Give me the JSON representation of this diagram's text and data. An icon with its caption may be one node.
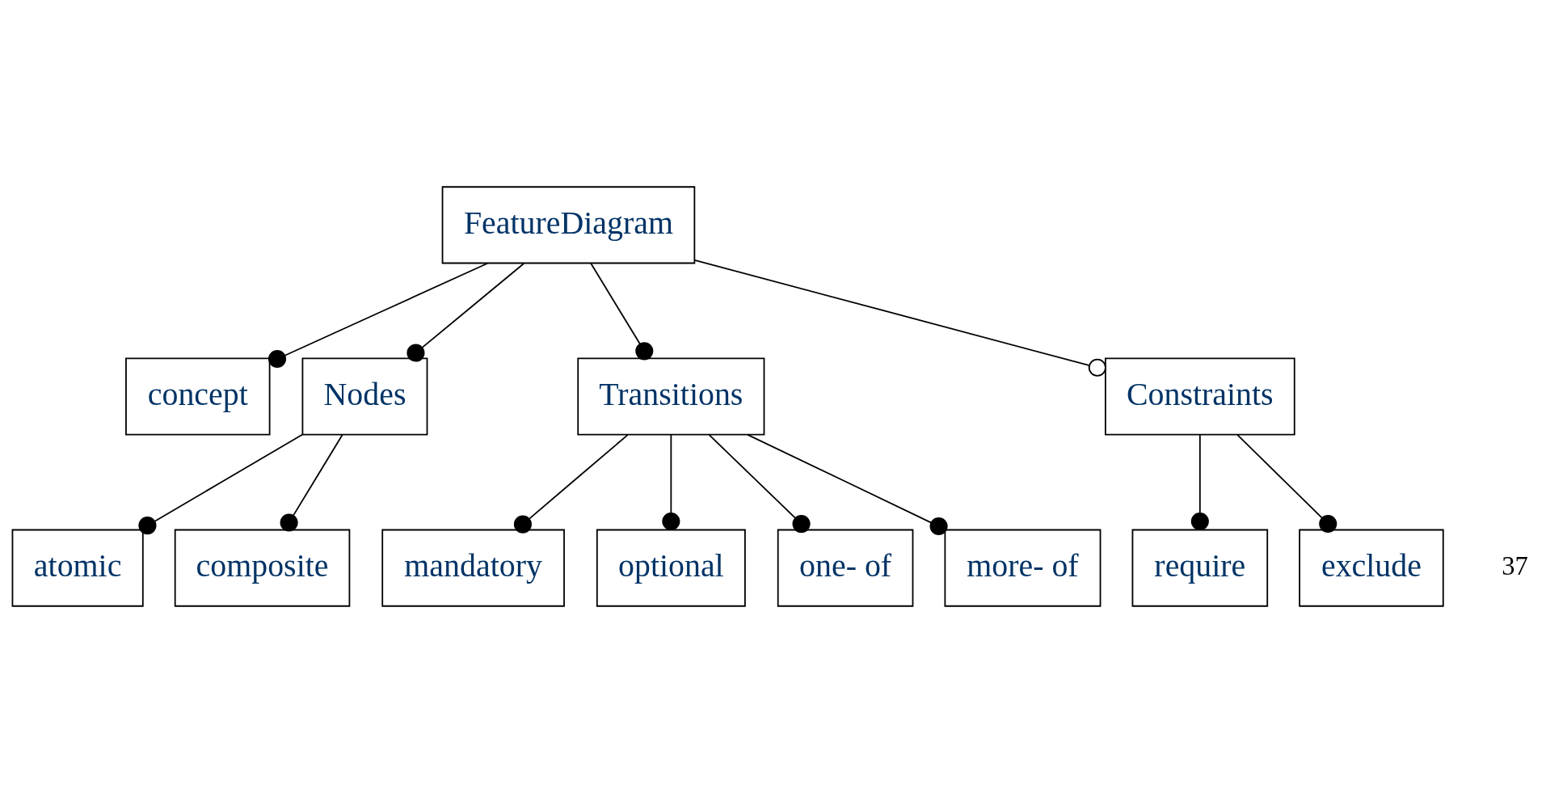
{
  "diagram": {
    "nodes": [
      {
        "text": [
          "FeatureDiagram"
        ]
      },
      {
        "text": [
          "concept"
        ]
      },
      {
        "text": [
          "Nodes"
        ]
      },
      {
        "text": [
          "Transitions"
        ]
      },
      {
        "text": [
          "Constraints"
        ]
      },
      {
        "text": [
          "atomic"
        ]
      },
      {
        "text": [
          "composite"
        ]
      },
      {
        "text": [
          "mandatory"
        ]
      },
      {
        "text": [
          "optional"
        ]
      },
      {
        "text": [
          "one- of"
        ]
      },
      {
        "text": [
          "more- of"
        ]
      },
      {
        "text": [
          "require"
        ]
      },
      {
        "text": [
          "exclude"
        ]
      }
    ],
    "edges": [
      {
        "from": 0,
        "to": 1,
        "arrow": "other"
      },
      {
        "from": 0,
        "to": 2,
        "arrow": "other"
      },
      {
        "from": 0,
        "to": 3,
        "arrow": "other"
      },
      {
        "from": 0,
        "to": 4,
        "arrow": "other"
      },
      {
        "from": 2,
        "to": 5,
        "arrow": "other"
      },
      {
        "from": 2,
        "to": 6,
        "arrow": "other"
      },
      {
        "from": 3,
        "to": 7,
        "arrow": "other"
      },
      {
        "from": 3,
        "to": 8,
        "arrow": "other"
      },
      {
        "from": 3,
        "to": 9,
        "arrow": "other"
      },
      {
        "from": 3,
        "to": 10,
        "arrow": "other"
      },
      {
        "from": 4,
        "to": 11,
        "arrow": "other"
      },
      {
        "from": 4,
        "to": 12,
        "arrow": "other"
      }
    ],
    "labels": [
      "37"
    ]
  }
}
